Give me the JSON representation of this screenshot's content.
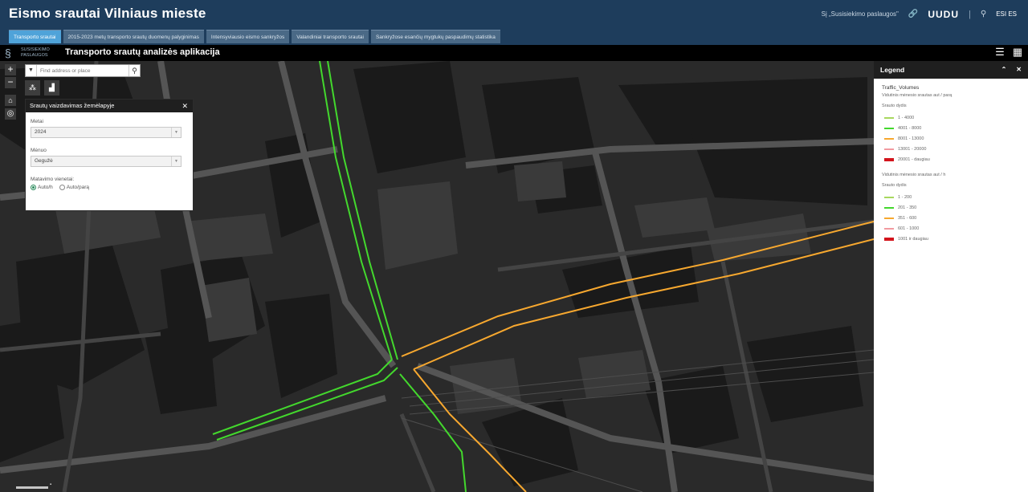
{
  "header": {
    "title": "Eismo srautai Vilniaus mieste",
    "partner_text": "Sį „Susisiekimo paslaugos\"",
    "link_icon": "link-icon",
    "logo": "UUDU",
    "separator": "|",
    "org_logo": "ESI ES"
  },
  "tabs": [
    {
      "label": "Transporto srautai",
      "active": true
    },
    {
      "label": "2015-2023 metų transporto srautų duomenų palyginimas",
      "active": false
    },
    {
      "label": "Intensyviausio eismo sankryžos",
      "active": false
    },
    {
      "label": "Valandiniai transporto srautai",
      "active": false
    },
    {
      "label": "Sankryžose esančių mygtukų paspaudimų statistika",
      "active": false
    }
  ],
  "subheader": {
    "logo_text": "SUSISIEKIMO PASLAUGOS",
    "title": "Transporto srautų analizės aplikacija"
  },
  "search": {
    "placeholder": "Find address or place"
  },
  "panel": {
    "title": "Srautų vaizdavimas žemėlapyje",
    "year_label": "Metai",
    "year_value": "2024",
    "month_label": "Mėnuo",
    "month_value": "Gegužė",
    "unit_label": "Matavimo vienetai:",
    "unit_options": [
      {
        "label": "Auto/h",
        "selected": true
      },
      {
        "label": "Auto/parą",
        "selected": false
      }
    ]
  },
  "legend": {
    "title": "Legend",
    "layer_name": "Traffic_Volumes",
    "group1_title": "Vidutinis mėnesio srautas aut / parą",
    "group1_sub": "Srauto dydis",
    "group1_items": [
      {
        "label": "1 - 4000",
        "color": "#a8d85f"
      },
      {
        "label": "4001 - 8000",
        "color": "#43d82d"
      },
      {
        "label": "8001 - 13000",
        "color": "#f7a82f"
      },
      {
        "label": "13001 - 20000",
        "color": "#f29aa0"
      },
      {
        "label": "20001 - daugiau",
        "color": "#d3141c"
      }
    ],
    "group2_title": "Vidutinis mėnesio srautas aut / h",
    "group2_sub": "Srauto dydis",
    "group2_items": [
      {
        "label": "1 - 200",
        "color": "#a8d85f"
      },
      {
        "label": "201 - 350",
        "color": "#43d82d"
      },
      {
        "label": "351 - 600",
        "color": "#f7a82f"
      },
      {
        "label": "601 - 1000",
        "color": "#f29aa0"
      },
      {
        "label": "1001 ir daugiau",
        "color": "#d3141c"
      }
    ]
  },
  "colors": {
    "header_bg": "#1e3d5c",
    "tab_active": "#4fa3d9",
    "road_green": "#43d82d",
    "road_orange": "#f7a82f"
  }
}
